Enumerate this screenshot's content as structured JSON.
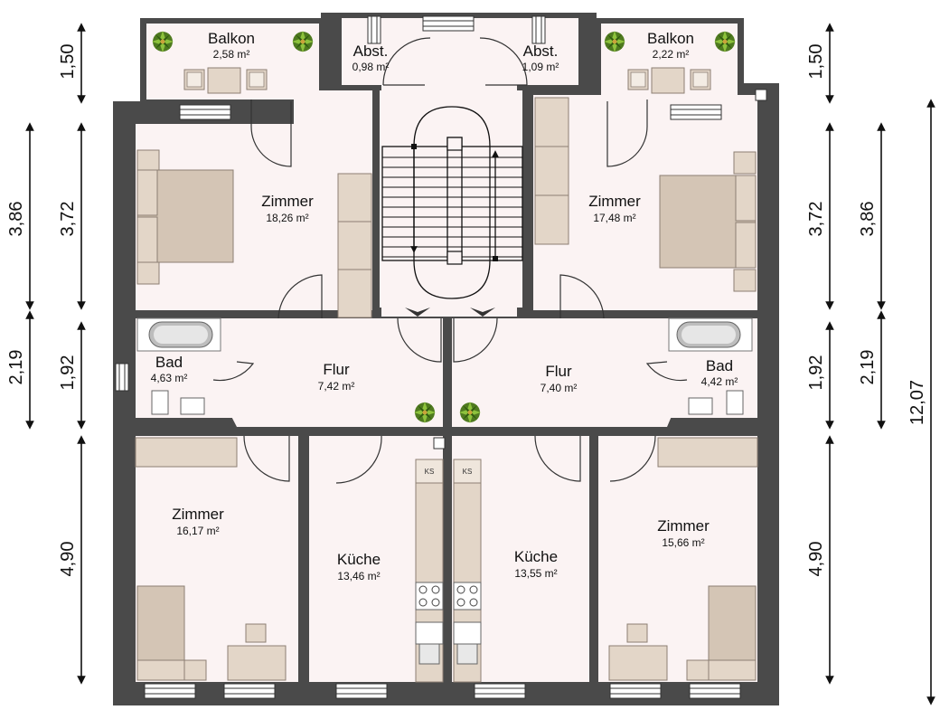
{
  "rooms": {
    "balkon_left": {
      "name": "Balkon",
      "area": "2,58 m²"
    },
    "balkon_right": {
      "name": "Balkon",
      "area": "2,22 m²"
    },
    "abst_left": {
      "name": "Abst.",
      "area": "0,98 m²"
    },
    "abst_right": {
      "name": "Abst.",
      "area": "1,09 m²"
    },
    "zimmer_tl": {
      "name": "Zimmer",
      "area": "18,26 m²"
    },
    "zimmer_tr": {
      "name": "Zimmer",
      "area": "17,48 m²"
    },
    "bad_left": {
      "name": "Bad",
      "area": "4,63 m²"
    },
    "bad_right": {
      "name": "Bad",
      "area": "4,42 m²"
    },
    "flur_left": {
      "name": "Flur",
      "area": "7,42 m²"
    },
    "flur_right": {
      "name": "Flur",
      "area": "7,40 m²"
    },
    "zimmer_bl": {
      "name": "Zimmer",
      "area": "16,17 m²"
    },
    "zimmer_br": {
      "name": "Zimmer",
      "area": "15,66 m²"
    },
    "kueche_left": {
      "name": "Küche",
      "area": "13,46 m²"
    },
    "kueche_right": {
      "name": "Küche",
      "area": "13,55 m²"
    }
  },
  "fridge_label": "KS",
  "dimensions": {
    "left_outer": [
      "3,86",
      "2,19"
    ],
    "left_inner": [
      "1,50",
      "3,72",
      "1,92",
      "4,90"
    ],
    "right_inner": [
      "1,50",
      "3,72",
      "1,92",
      "4,90"
    ],
    "right_outer": [
      "3,86",
      "2,19"
    ],
    "total": "12,07"
  },
  "colors": {
    "wall": "#4a4a4a",
    "floor": "#fbf3f3",
    "furniture": "#e3d6c8",
    "plant": "#4f7a1f"
  }
}
